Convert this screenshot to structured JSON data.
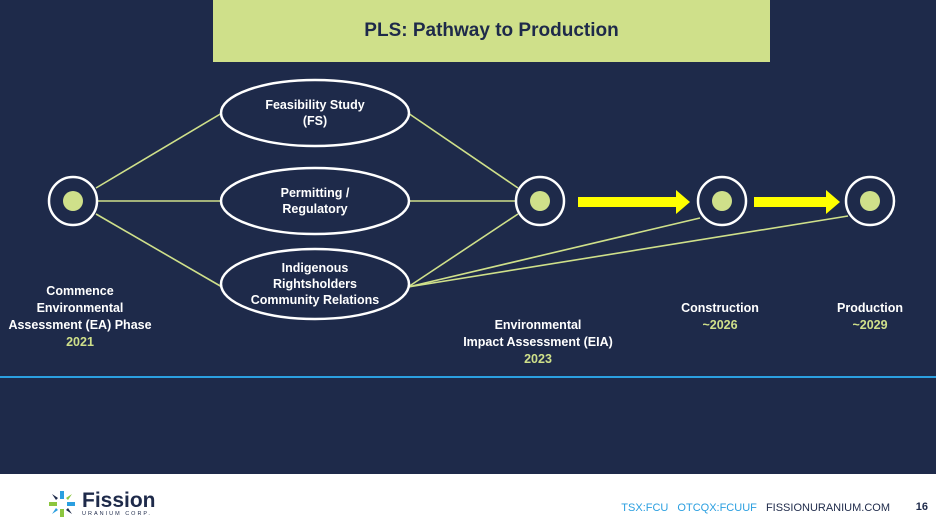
{
  "title": "PLS: Pathway to Production",
  "ovals": [
    {
      "text": "Feasibility Study\n(FS)"
    },
    {
      "text": "Permitting /\nRegulatory"
    },
    {
      "text": "Indigenous\nRightsholders\nCommunity Relations"
    }
  ],
  "milestones": [
    {
      "label": "Commence\nEnvironmental\nAssessment (EA) Phase",
      "year": "2021"
    },
    {
      "label": "Environmental\nImpact Assessment (EIA)",
      "year": "2023"
    },
    {
      "label": "Construction",
      "year": "~2026"
    },
    {
      "label": "Production",
      "year": "~2029"
    }
  ],
  "footer": {
    "company": "Fission",
    "company_sub": "URANIUM CORP.",
    "ticker_tsx": "TSX:FCU",
    "ticker_otc": "OTCQX:FCUUF",
    "website": "FISSIONURANIUM.COM",
    "page_number": "16"
  },
  "colors": {
    "background": "#1e2a4a",
    "accent_green": "#cfe08a",
    "arrow_yellow": "#ffff00",
    "divider_blue": "#2b9fe0"
  }
}
